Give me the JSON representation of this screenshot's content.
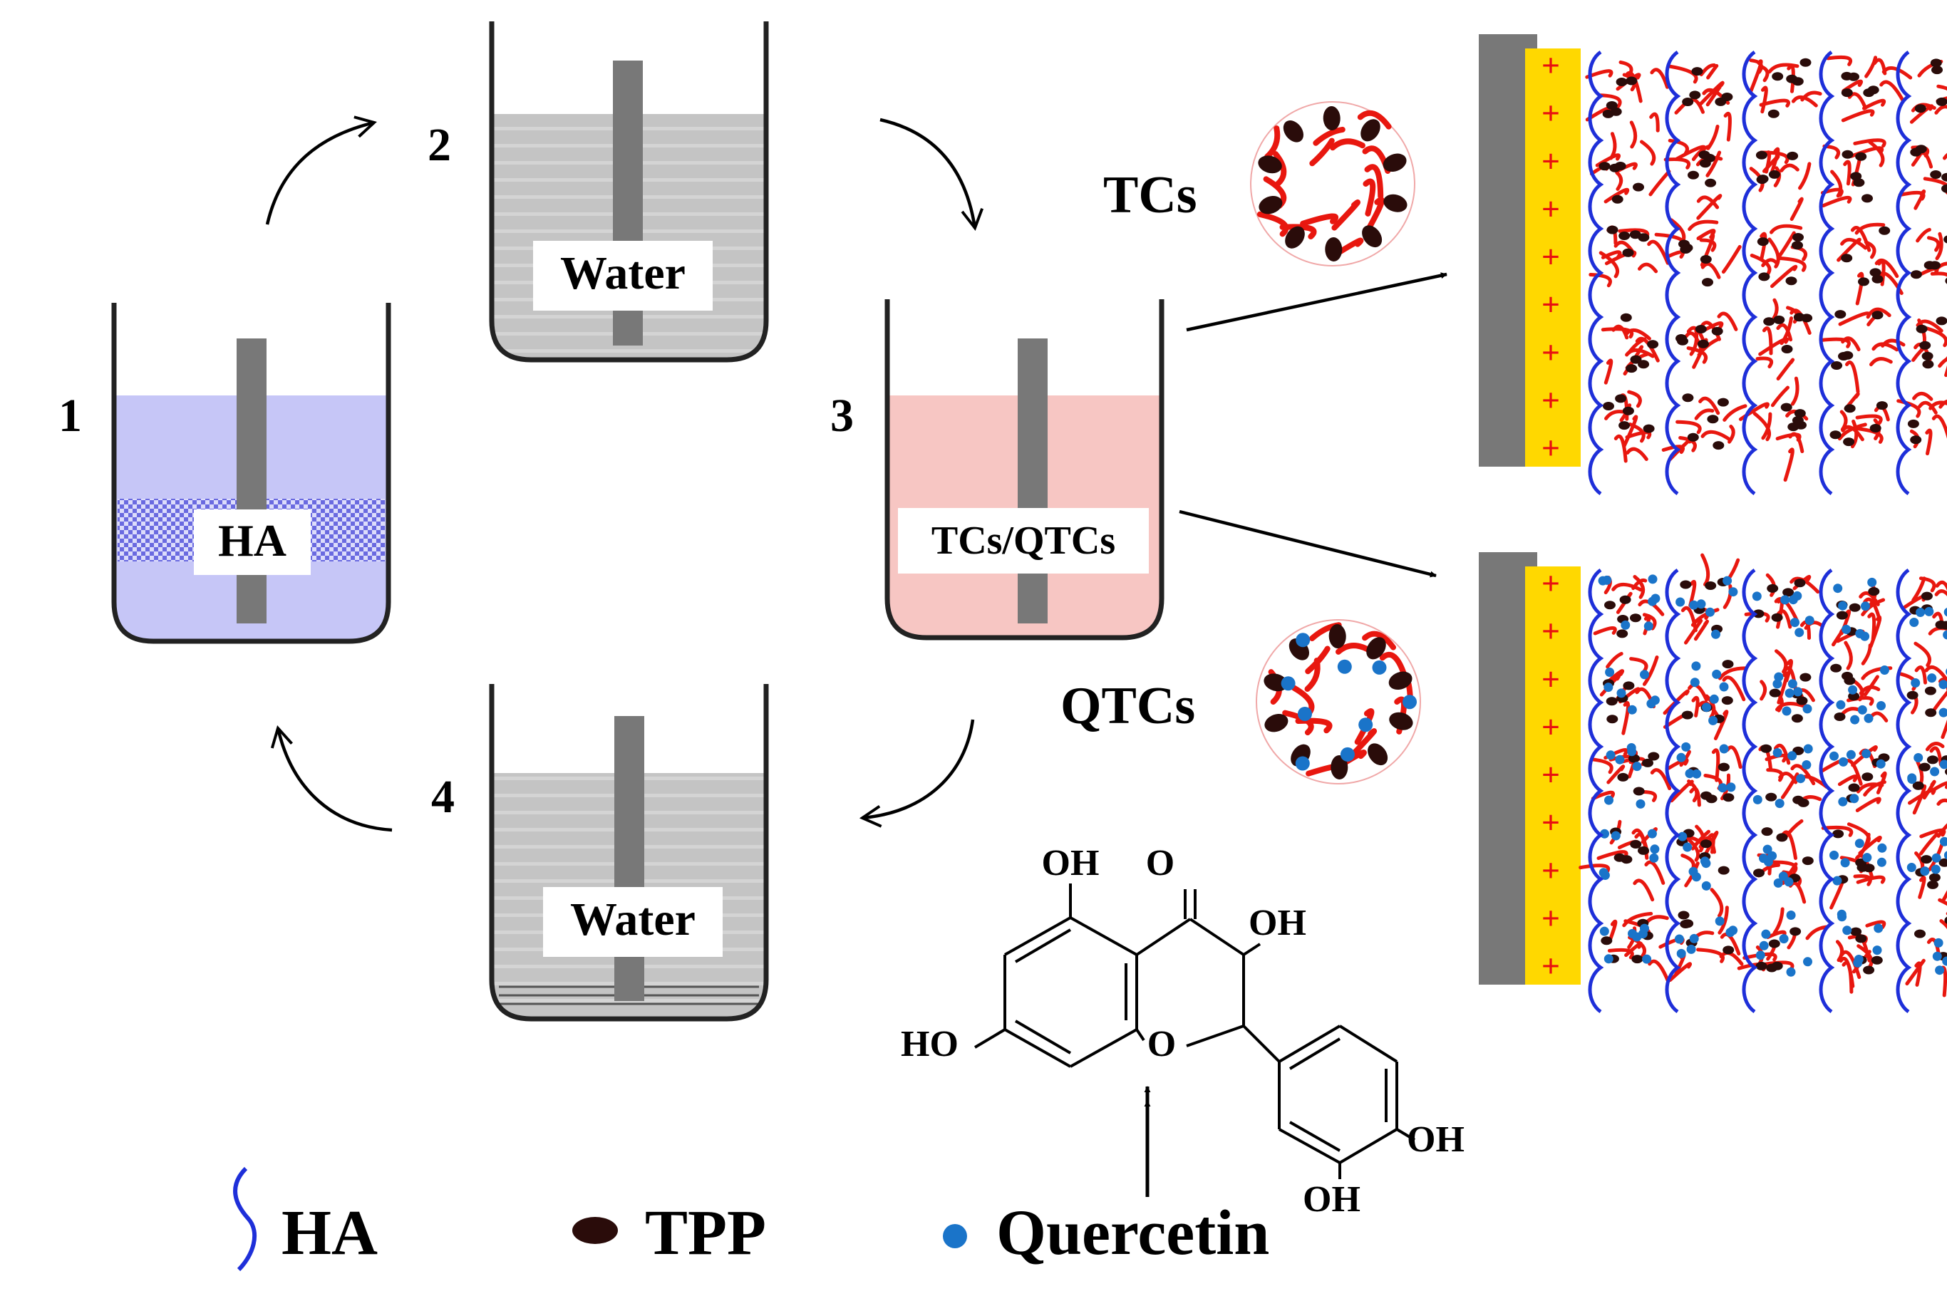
{
  "beakers": [
    {
      "id": "1",
      "number": "1",
      "label": "HA",
      "liquid_color": "#c6c6f7",
      "label_band_color": "#6a6ae0"
    },
    {
      "id": "2",
      "number": "2",
      "label": "Water",
      "liquid_color": "#c4c4c4"
    },
    {
      "id": "3",
      "number": "3",
      "label": "TCs/QTCs",
      "liquid_color": "#f7c6c3"
    },
    {
      "id": "4",
      "number": "4",
      "label": "Water",
      "liquid_color": "#c4c4c4"
    }
  ],
  "particles": [
    {
      "id": "tcs",
      "label": "TCs"
    },
    {
      "id": "qtcs",
      "label": "QTCs"
    }
  ],
  "structure": {
    "name": "Quercetin",
    "atom_labels": [
      "OH",
      "O",
      "OH",
      "HO",
      "O",
      "OH",
      "OH"
    ]
  },
  "legend": [
    {
      "symbol": "blue-wave",
      "label": "HA"
    },
    {
      "symbol": "dark-ellipse",
      "label": "TPP"
    },
    {
      "symbol": "blue-dot",
      "label": "Quercetin"
    }
  ],
  "colors": {
    "ha_chain": "#1e2fd9",
    "tpp": "#2a0c0a",
    "quercetin": "#1a74c9",
    "chitosan": "#e8170f",
    "electrode": "#787878",
    "positive_layer": "#ffd800",
    "plus_sign": "#e81010"
  },
  "layer_plus_sign": "+"
}
